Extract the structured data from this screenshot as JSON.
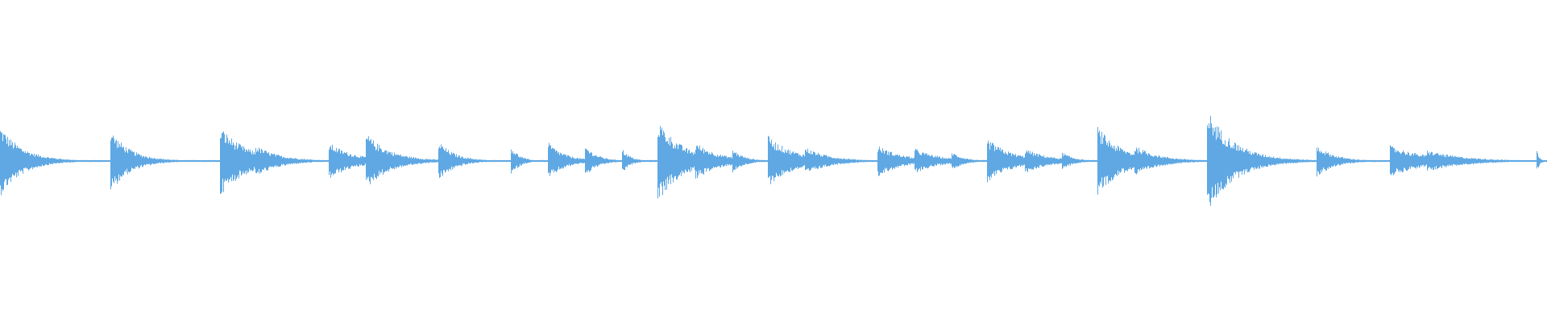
{
  "waveform": {
    "color": "#5fa8e3",
    "background": "#ffffff",
    "x_range": [
      0,
      1
    ],
    "amplitude_range": [
      -1,
      1
    ],
    "segments": [
      {
        "start": 0.0,
        "onset_amp": 0.22,
        "decay": 0.45,
        "sub_hits": []
      },
      {
        "start": 0.071,
        "onset_amp": 0.2,
        "decay": 0.4,
        "sub_hits": []
      },
      {
        "start": 0.142,
        "onset_amp": 0.22,
        "decay": 0.55,
        "sub_hits": [
          {
            "at": 0.165,
            "amp": 0.1
          }
        ]
      },
      {
        "start": 0.212,
        "onset_amp": 0.12,
        "decay": 0.5,
        "sub_hits": [
          {
            "at": 0.236,
            "amp": 0.18
          }
        ]
      },
      {
        "start": 0.283,
        "onset_amp": 0.13,
        "decay": 0.5,
        "sub_hits": []
      },
      {
        "start": 0.33,
        "onset_amp": 0.1,
        "decay": 0.5,
        "sub_hits": []
      },
      {
        "start": 0.354,
        "onset_amp": 0.12,
        "decay": 0.5,
        "sub_hits": [
          {
            "at": 0.378,
            "amp": 0.1
          }
        ]
      },
      {
        "start": 0.402,
        "onset_amp": 0.08,
        "decay": 0.5,
        "sub_hits": []
      },
      {
        "start": 0.425,
        "onset_amp": 0.26,
        "decay": 0.5,
        "sub_hits": [
          {
            "at": 0.449,
            "amp": 0.12
          },
          {
            "at": 0.473,
            "amp": 0.08
          }
        ]
      },
      {
        "start": 0.496,
        "onset_amp": 0.16,
        "decay": 0.55,
        "sub_hits": [
          {
            "at": 0.52,
            "amp": 0.09
          }
        ]
      },
      {
        "start": 0.567,
        "onset_amp": 0.1,
        "decay": 0.5,
        "sub_hits": [
          {
            "at": 0.591,
            "amp": 0.08
          },
          {
            "at": 0.615,
            "amp": 0.06
          }
        ]
      },
      {
        "start": 0.638,
        "onset_amp": 0.14,
        "decay": 0.5,
        "sub_hits": [
          {
            "at": 0.662,
            "amp": 0.08
          },
          {
            "at": 0.686,
            "amp": 0.06
          }
        ]
      },
      {
        "start": 0.709,
        "onset_amp": 0.22,
        "decay": 0.5,
        "sub_hits": [
          {
            "at": 0.733,
            "amp": 0.1
          }
        ]
      },
      {
        "start": 0.78,
        "onset_amp": 0.33,
        "decay": 0.55,
        "sub_hits": []
      },
      {
        "start": 0.851,
        "onset_amp": 0.1,
        "decay": 0.55,
        "sub_hits": []
      },
      {
        "start": 0.898,
        "onset_amp": 0.1,
        "decay": 0.55,
        "sub_hits": [
          {
            "at": 0.922,
            "amp": 0.07
          }
        ]
      },
      {
        "start": 0.993,
        "onset_amp": 0.08,
        "decay": 0.6,
        "sub_hits": []
      }
    ]
  }
}
